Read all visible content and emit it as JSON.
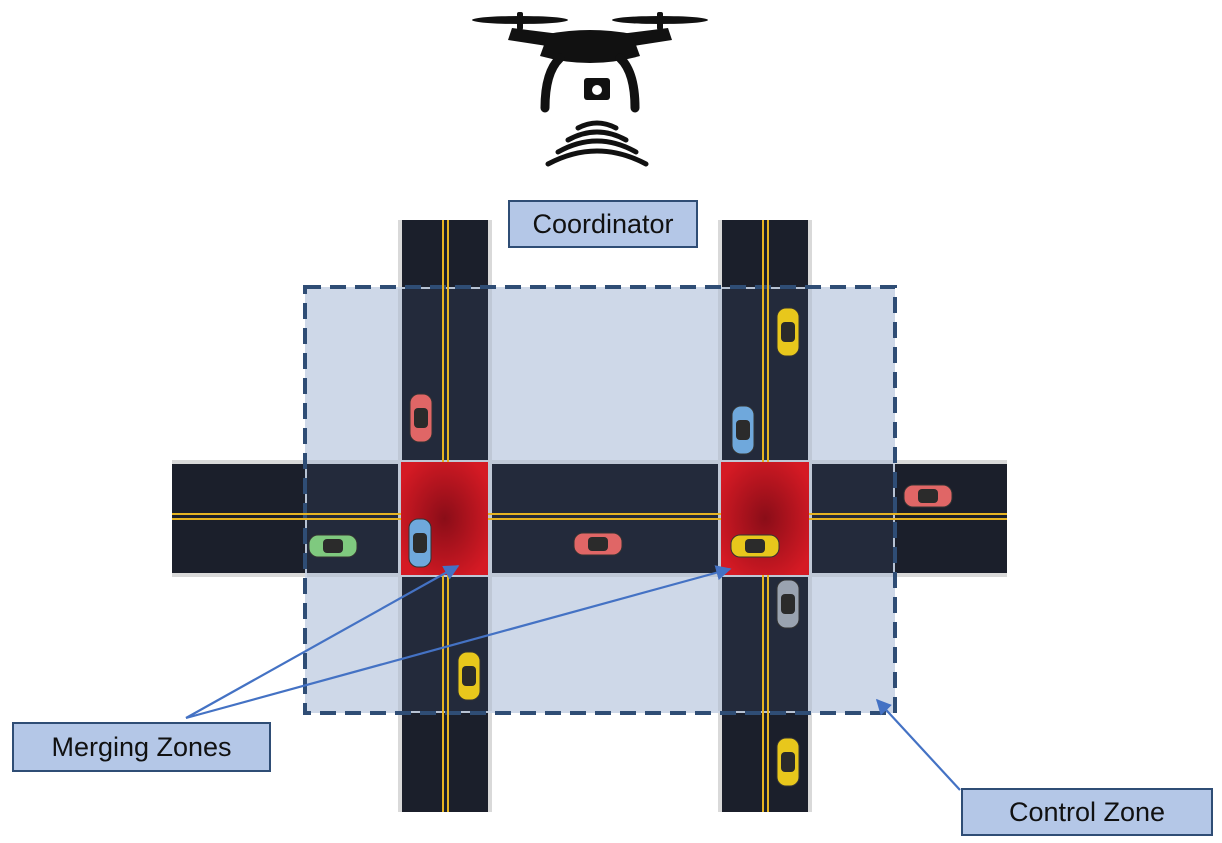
{
  "labels": {
    "coordinator": "Coordinator",
    "merging_zones": "Merging Zones",
    "control_zone": "Control Zone"
  },
  "icons": {
    "drone": "drone-icon",
    "signal": "wireless-signal-icon"
  },
  "colors": {
    "road": "#1b1f2b",
    "road_edge": "#d9d9d9",
    "center_line": "#e6b422",
    "control_zone_fill": "#c9d4e5",
    "control_zone_border": "#2f4d75",
    "merging_zone": "#d01622",
    "arrow": "#4472c4",
    "label_fill": "#b4c7e7"
  },
  "vehicles": [
    {
      "id": "car-1",
      "color": "#e8c71c"
    },
    {
      "id": "car-2",
      "color": "#e06666"
    },
    {
      "id": "car-3",
      "color": "#6fa8dc"
    },
    {
      "id": "car-4",
      "color": "#e06666"
    },
    {
      "id": "car-5",
      "color": "#7fc97f"
    },
    {
      "id": "car-6",
      "color": "#6fa8dc"
    },
    {
      "id": "car-7",
      "color": "#e06666"
    },
    {
      "id": "car-8",
      "color": "#e8c71c"
    },
    {
      "id": "car-9",
      "color": "#9aa3b0"
    },
    {
      "id": "car-10",
      "color": "#e8c71c"
    },
    {
      "id": "car-11",
      "color": "#e8c71c"
    }
  ]
}
